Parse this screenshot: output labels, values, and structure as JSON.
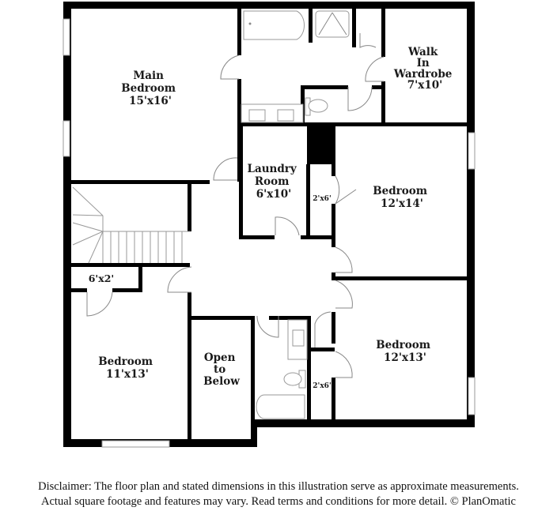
{
  "floor_plan": {
    "rooms": [
      {
        "id": "main-bedroom",
        "lines": [
          "Main",
          "Bedroom",
          "15'x16'"
        ]
      },
      {
        "id": "walk-in-wardrobe",
        "lines": [
          "Walk",
          "In",
          "Wardrobe",
          "7'x10'"
        ]
      },
      {
        "id": "laundry-room",
        "lines": [
          "Laundry",
          "Room",
          "6'x10'"
        ]
      },
      {
        "id": "bedroom-ne",
        "lines": [
          "Bedroom",
          "12'x14'"
        ]
      },
      {
        "id": "bedroom-se",
        "lines": [
          "Bedroom",
          "12'x13'"
        ]
      },
      {
        "id": "bedroom-sw",
        "lines": [
          "Bedroom",
          "11'x13'"
        ]
      },
      {
        "id": "open-to-below",
        "lines": [
          "Open",
          "to",
          "Below"
        ]
      }
    ],
    "closets": [
      {
        "id": "linen-closet",
        "label": "2'x6'"
      },
      {
        "id": "closet-se",
        "label": "2'x6'"
      },
      {
        "id": "closet-sw",
        "label": "6'x2'"
      }
    ]
  },
  "disclaimer": {
    "line1": "Disclaimer: The floor plan and stated dimensions in this illustration serve as approximate measurements.",
    "line2": "Actual square footage and features may vary. Read terms and conditions for more detail. © PlanOmatic"
  }
}
